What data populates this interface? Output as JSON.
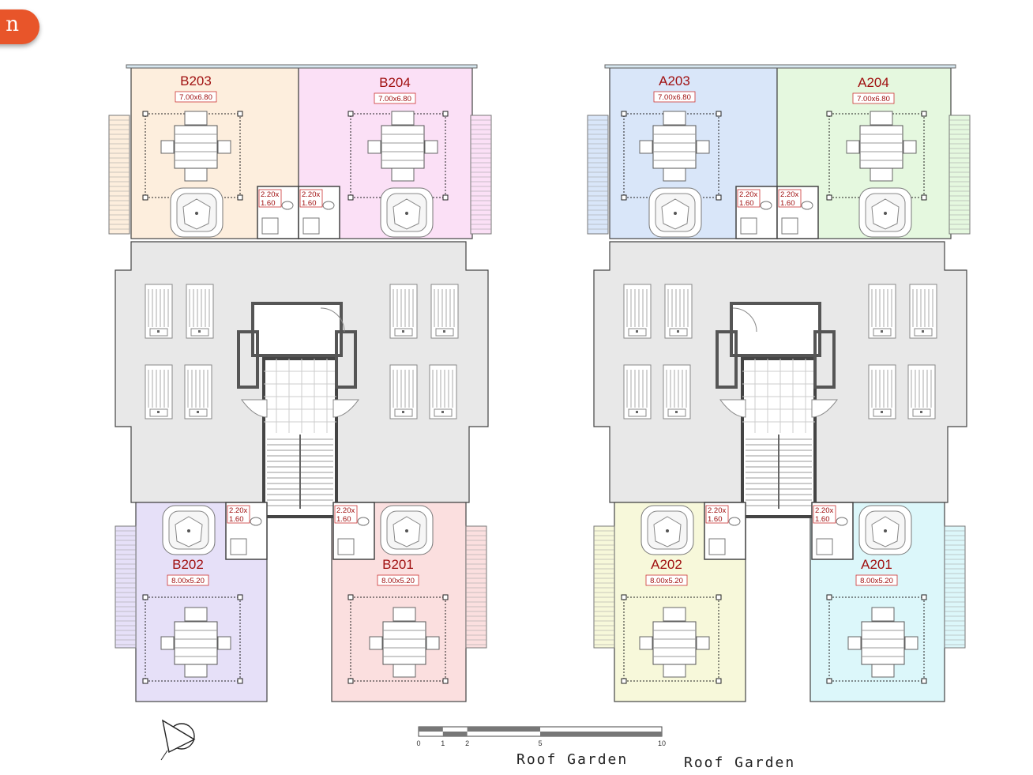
{
  "app": {
    "badge_text": "n"
  },
  "units": [
    {
      "id": "B203",
      "size": "7.00x6.80",
      "bath_w": "2.20x",
      "bath_h": "1.60",
      "color": "#fdeedd"
    },
    {
      "id": "B204",
      "size": "7.00x6.80",
      "bath_w": "2.20x",
      "bath_h": "1.60",
      "color": "#fbe0f6"
    },
    {
      "id": "B202",
      "size": "8.00x5.20",
      "bath_w": "2.20x",
      "bath_h": "1.60",
      "color": "#e6e0f8"
    },
    {
      "id": "B201",
      "size": "8.00x5.20",
      "bath_w": "2.20x",
      "bath_h": "1.60",
      "color": "#fbdfdf"
    },
    {
      "id": "A203",
      "size": "7.00x6.80",
      "bath_w": "2.20x",
      "bath_h": "1.60",
      "color": "#d9e6f9"
    },
    {
      "id": "A204",
      "size": "7.00x6.80",
      "bath_w": "2.20x",
      "bath_h": "1.60",
      "color": "#e5f8df"
    },
    {
      "id": "A202",
      "size": "8.00x5.20",
      "bath_w": "2.20x",
      "bath_h": "1.60",
      "color": "#f7f8da"
    },
    {
      "id": "A201",
      "size": "8.00x5.20",
      "bath_w": "2.20x",
      "bath_h": "1.60",
      "color": "#dcf7fa"
    }
  ],
  "scale_bar": {
    "ticks": [
      "0",
      "1",
      "2",
      "5",
      "10"
    ]
  },
  "footer": {
    "roof_label_1": "Roof Garden",
    "roof_label_2": "Roof Garden"
  },
  "colors": {
    "label": "#a01010",
    "common_area": "#e8e8e8",
    "wall": "#555555",
    "accent": "#e8552a"
  }
}
